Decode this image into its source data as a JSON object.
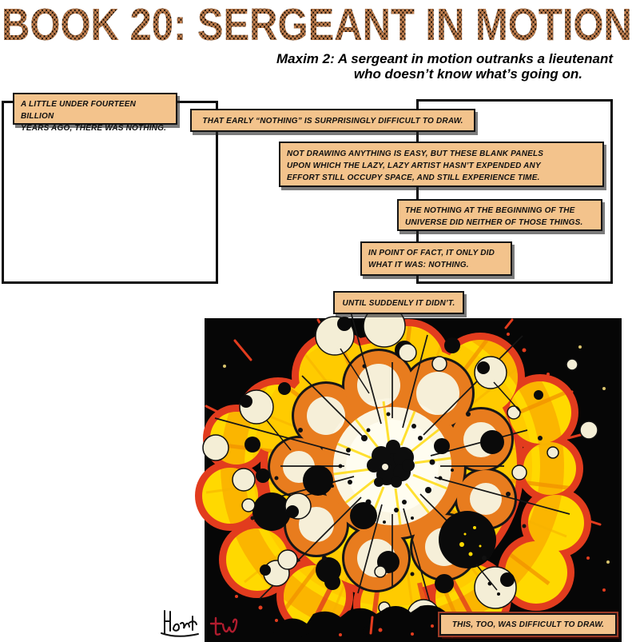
{
  "title": "BOOK 20: SERGEANT IN MOTION",
  "maxim": {
    "label": "Maxim 2:",
    "line1": "A sergeant in motion outranks a lieutenant",
    "line2": "who doesn’t know what’s going on."
  },
  "captions": [
    {
      "text": "A LITTLE UNDER FOURTEEN BILLION\nYEARS AGO, THERE WAS NOTHING."
    },
    {
      "text": "THAT EARLY “NOTHING” IS SURPRISINGLY DIFFICULT TO DRAW."
    },
    {
      "text": "NOT DRAWING ANYTHING IS EASY, BUT THESE BLANK PANELS\nUPON WHICH THE LAZY, LAZY ARTIST HASN’T EXPENDED ANY\nEFFORT STILL OCCUPY SPACE, AND STILL EXPERIENCE TIME."
    },
    {
      "text": "THE NOTHING AT THE BEGINNING OF THE\nUNIVERSE DID NEITHER OF THOSE THINGS."
    },
    {
      "text": "IN POINT OF FACT, IT ONLY DID\nWHAT IT WAS: ",
      "bold": "NOTHING."
    },
    {
      "text": "UNTIL SUDDENLY IT DIDN’T."
    },
    {
      "text": "THIS, TOO, WAS DIFFICULT TO DRAW."
    }
  ],
  "signatures": {
    "artist": "Howard",
    "colorist": "tW"
  },
  "colors": {
    "caption_bg": "#f3c38c",
    "caption_border": "#141414",
    "title_scale_dot": "#c2804f",
    "explosion_red": "#e23c1e",
    "explosion_orange": "#e87c1e",
    "explosion_yellow": "#ffd900",
    "explosion_cream": "#f6efd8",
    "panel_black": "#060606"
  }
}
